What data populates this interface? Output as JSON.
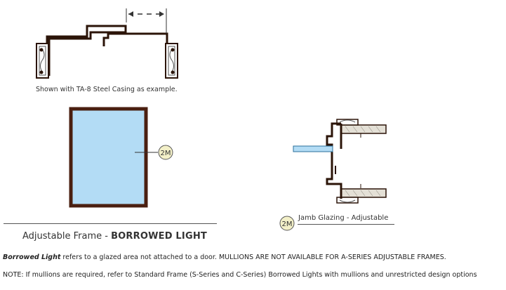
{
  "top_figure": {
    "caption": "Shown with TA-8 Steel Casing as example."
  },
  "elevation": {
    "callout": "2M",
    "colors": {
      "frame": "#4a1f10",
      "glass": "#b3dcf5",
      "callout_fill": "#f3f0c8"
    }
  },
  "section": {
    "title_prefix": "Adjustable Frame - ",
    "title_bold": "BORROWED LIGHT"
  },
  "jamb_detail": {
    "callout": "2M",
    "label": "Jamb Glazing - Adjustable"
  },
  "description": {
    "term": "Borrowed Light",
    "text": " refers to a glazed area not attached to a door. MULLIONS ARE NOT AVAILABLE FOR A-SERIES ADJUSTABLE FRAMES."
  },
  "note": {
    "text": "NOTE: If mullions are required, refer to Standard Frame (S-Series and C-Series) Borrowed Lights with mullions and unrestricted design options"
  }
}
